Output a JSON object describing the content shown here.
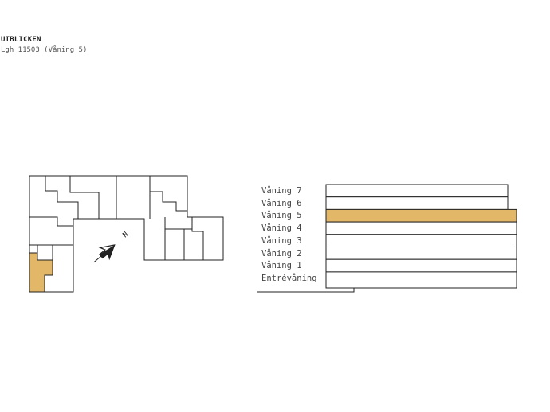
{
  "header": {
    "title": "UTBLICKEN",
    "subtitle": "Lgh 11503 (Våning 5)"
  },
  "compass": {
    "north_label": "N"
  },
  "floors": [
    {
      "label": "Våning 7",
      "highlighted": false
    },
    {
      "label": "Våning 6",
      "highlighted": false
    },
    {
      "label": "Våning 5",
      "highlighted": true
    },
    {
      "label": "Våning 4",
      "highlighted": false
    },
    {
      "label": "Våning 3",
      "highlighted": false
    },
    {
      "label": "Våning 2",
      "highlighted": false
    },
    {
      "label": "Våning 1",
      "highlighted": false
    },
    {
      "label": "Entrévåning",
      "highlighted": false
    }
  ],
  "colors": {
    "highlight": "#e2b767",
    "line": "#222222"
  }
}
